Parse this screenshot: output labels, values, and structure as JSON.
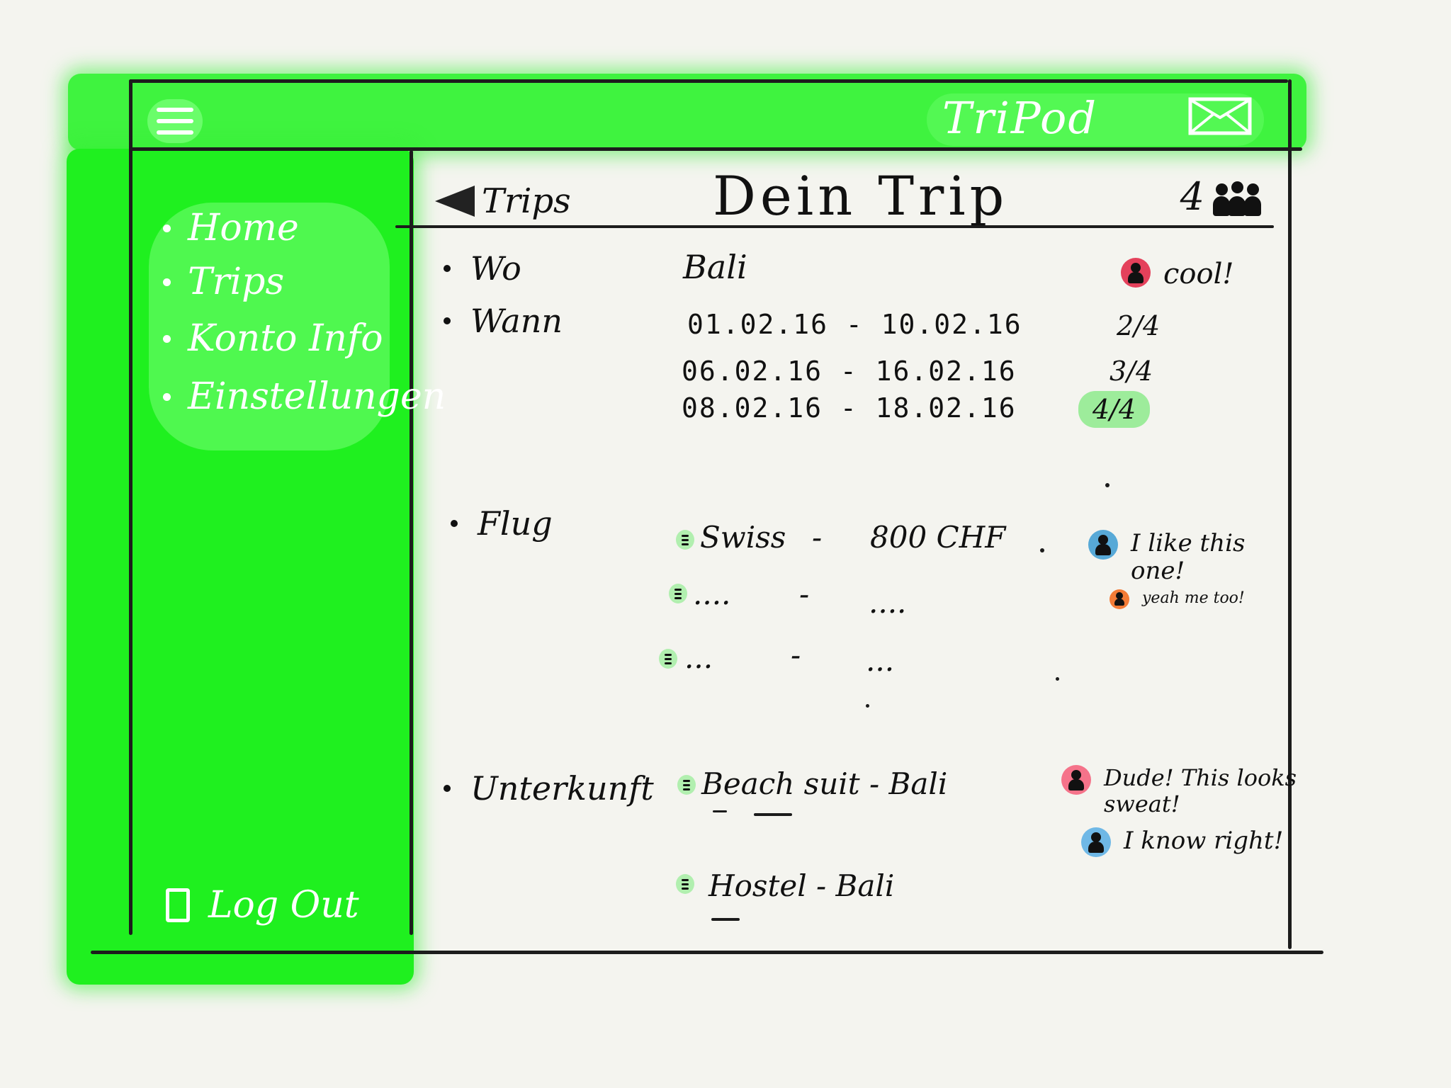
{
  "app": {
    "brand": "TriPod"
  },
  "header": {
    "menu_icon": "hamburger-icon",
    "mail_icon": "mail-icon"
  },
  "sidebar": {
    "items": [
      {
        "label": "Home"
      },
      {
        "label": "Trips"
      },
      {
        "label": "Konto Info"
      },
      {
        "label": "Einstellungen"
      }
    ],
    "logout_label": "Log Out",
    "logout_icon": "door-icon"
  },
  "main": {
    "back_label": "Trips",
    "title": "Dein Trip",
    "participants_count": "4",
    "participants_icon": "people-icon",
    "wo": {
      "label": "Wo",
      "value": "Bali",
      "comment": "cool!",
      "comment_avatar_color": "#e4415b"
    },
    "wann": {
      "label": "Wann",
      "options": [
        {
          "dates": "01.02.16 - 10.02.16",
          "votes": "2/4"
        },
        {
          "dates": "06.02.16 - 16.02.16",
          "votes": "3/4"
        },
        {
          "dates": "08.02.16 - 18.02.16",
          "votes": "4/4"
        }
      ]
    },
    "flug": {
      "label": "Flug",
      "options": [
        {
          "name": "Swiss",
          "separator": "-",
          "price": "800 CHF"
        },
        {
          "name": "....",
          "separator": "-",
          "price": "...."
        },
        {
          "name": "...",
          "separator": "-",
          "price": "..."
        }
      ],
      "comments": [
        {
          "text": "I like this\none!",
          "avatar_color": "#57a9d7"
        },
        {
          "text": "yeah me too!",
          "avatar_color": "#f37c37"
        }
      ]
    },
    "unterkunft": {
      "label": "Unterkunft",
      "options": [
        {
          "name": "Beach suit - Bali"
        },
        {
          "name": "Hostel - Bali"
        }
      ],
      "comments": [
        {
          "text": "Dude! This looks\nsweat!",
          "avatar_color": "#f5738a"
        },
        {
          "text": "I know right!",
          "avatar_color": "#6fb8e6"
        }
      ]
    }
  }
}
